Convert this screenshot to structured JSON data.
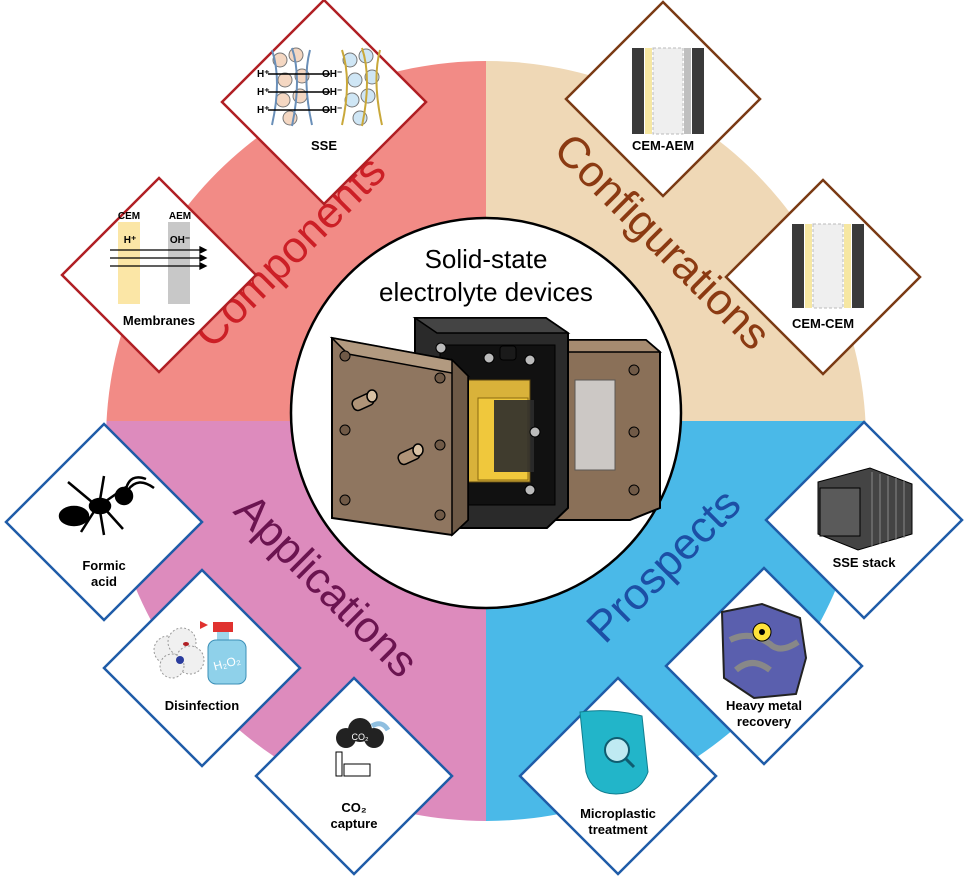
{
  "center": {
    "title_line1": "Solid-state",
    "title_line2": "electrolyte devices"
  },
  "quadrants": {
    "components": {
      "label": "Components",
      "color": "#f28b86",
      "text_color": "#cc1f26"
    },
    "configurations": {
      "label": "Configurations",
      "color": "#efd8b6",
      "text_color": "#8b3a12"
    },
    "applications": {
      "label": "Applications",
      "color": "#dd8bbd",
      "text_color": "#6b1450"
    },
    "prospects": {
      "label": "Prospects",
      "color": "#4ab9e8",
      "text_color": "#1c4fa5"
    }
  },
  "cards": {
    "sse": {
      "label": "SSE",
      "h_plus": "H⁺",
      "oh_minus": "OH⁻"
    },
    "membranes": {
      "label": "Membranes",
      "cem": "CEM",
      "aem": "AEM",
      "h_plus": "H⁺",
      "oh_minus": "OH⁻"
    },
    "cem_aem": {
      "label": "CEM-AEM"
    },
    "cem_cem": {
      "label": "CEM-CEM"
    },
    "formic_acid": {
      "line1": "Formic",
      "line2": "acid"
    },
    "disinfection": {
      "label": "Disinfection",
      "bottle_text": "H₂O₂"
    },
    "co2_capture": {
      "line1": "CO₂",
      "line2": "capture",
      "cloud_text": "CO₂"
    },
    "sse_stack": {
      "label": "SSE stack"
    },
    "heavy_metal": {
      "line1": "Heavy metal",
      "line2": "recovery"
    },
    "microplastic": {
      "line1": "Microplastic",
      "line2": "treatment"
    }
  },
  "colors": {
    "red_border": "#b01f24",
    "blue_border": "#1f5ca8",
    "brown_border": "#7a3a14"
  }
}
